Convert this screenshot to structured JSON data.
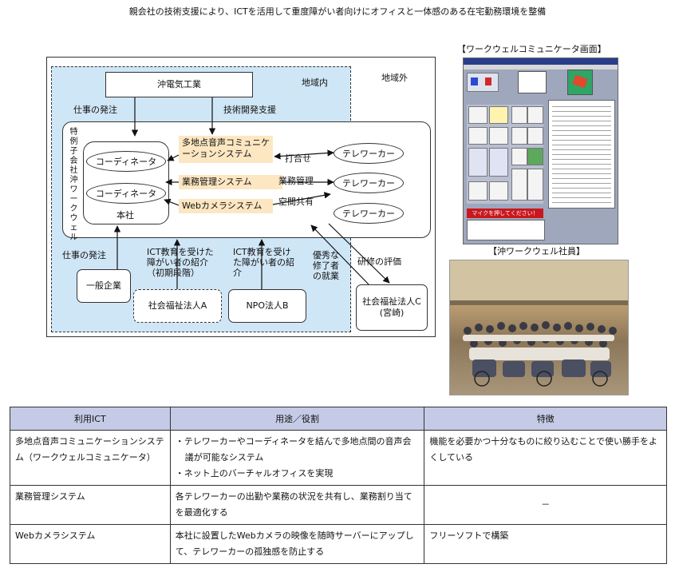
{
  "header": {
    "title": "親会社の技術支援により、ICTを活用して重度障がい者向けにオフィスと一体感のある在宅勤務環境を整備"
  },
  "diagram": {
    "region_inside": "地域内",
    "region_outside": "地域外",
    "parent_company": "沖電気工業",
    "label_work_order_top": "仕事の発注",
    "label_tech_support": "技術開発支援",
    "subsidiary_vertical": "特例子会社　沖ワークウェル",
    "coordinator_1": "コーディネータ",
    "coordinator_2": "コーディネータ",
    "head_office": "本社",
    "system_voice": "多地点音声コミュニケーションシステム",
    "system_business": "業務管理システム",
    "system_web": "Webカメラシステム",
    "link_meeting": "打合せ",
    "link_business": "業務管理",
    "link_space": "空間共有",
    "teleworker_1": "テレワーカー",
    "teleworker_2": "テレワーカー",
    "teleworker_3": "テレワーカー",
    "label_work_order_bottom": "仕事の発注",
    "label_referral_initial": "ICT教育を受けた障がい者の紹介（初期段階）",
    "label_referral": "ICT教育を受けた障がい者の紹介",
    "label_employment": "優秀な修了者の就業",
    "label_evaluation": "研修の評価",
    "general_company": "一般企業",
    "welfare_a": "社会福祉法人A",
    "npo_b": "NPO法人B",
    "welfare_c_name": "社会福祉法人C",
    "welfare_c_place": "(宮崎)"
  },
  "screenshot_panel": {
    "caption": "【ワークウェルコミュニケータ画面】",
    "banner": "マイクを押してください！"
  },
  "photo_panel": {
    "caption": "【沖ワークウェル社員】"
  },
  "ict_table": {
    "headers": [
      "利用ICT",
      "用途／役割",
      "特徴"
    ],
    "rows": [
      {
        "ict": "多地点音声コミュニケーションシステム（ワークウェルコミュニケータ）",
        "use_1": "・テレワーカーやコーディネータを結んで多地点間の音声会議が可能なシステム",
        "use_2": "・ネット上のバーチャルオフィスを実現",
        "feature": "機能を必要かつ十分なものに絞り込むことで使い勝手をよくしている"
      },
      {
        "ict": "業務管理システム",
        "use_1": "各テレワーカーの出勤や業務の状況を共有し、業務割り当てを最適化する",
        "feature": "－"
      },
      {
        "ict": "Webカメラシステム",
        "use_1": "本社に設置したWebカメラの映像を随時サーバーにアップして、テレワーカーの孤独感を防止する",
        "feature": "フリーソフトで構築"
      }
    ]
  }
}
